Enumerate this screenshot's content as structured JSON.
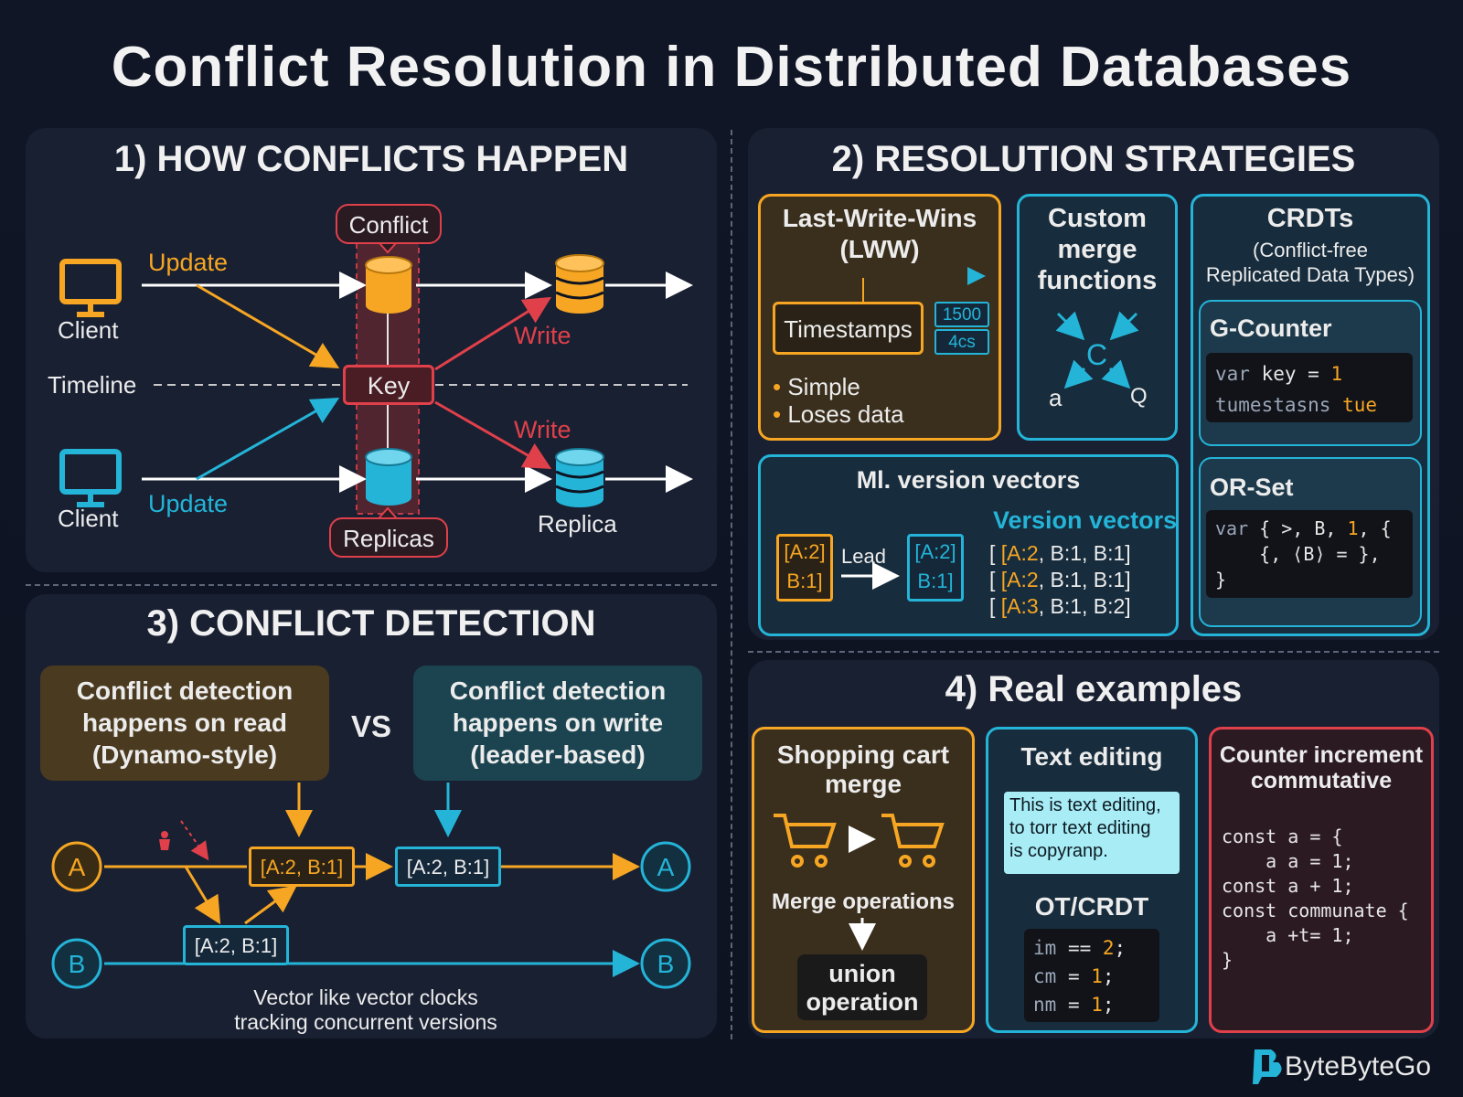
{
  "title": "Conflict Resolution in Distributed Databases",
  "section1": {
    "heading": "1) HOW CONFLICTS HAPPEN",
    "conflict_label": "Conflict",
    "client_top": "Client",
    "client_bottom": "Client",
    "update_top": "Update",
    "update_bottom": "Update",
    "timeline": "Timeline",
    "key": "Key",
    "write_top": "Write",
    "write_bottom": "Write",
    "replicas": "Replicas",
    "replica": "Replica"
  },
  "section2": {
    "heading": "2) RESOLUTION STRATEGIES",
    "lww": {
      "title_line1": "Last-Write-Wins",
      "title_line2": "(LWW)",
      "timestamps": "Timestamps",
      "ts1": "1500",
      "ts2": "4cs",
      "bullet1": "Simple",
      "bullet2": "Loses data"
    },
    "custom": {
      "line1": "Custom",
      "line2": "merge",
      "line3": "functions",
      "c": "C",
      "a": "a",
      "q": "Q"
    },
    "crdts": {
      "title": "CRDTs",
      "sub1": "(Conflict-free",
      "sub2": "Replicated Data Types)",
      "gcounter": "G-Counter",
      "g_code1_kw": "var",
      "g_code1_rest": " key = ",
      "g_code1_num": "1",
      "g_code2_a": "tumestasns",
      "g_code2_b": "tue",
      "orset": "OR-Set",
      "o_code1_kw": "var",
      "o_code1_rest": " { >, B, ",
      "o_code1_num": "1",
      "o_code1_end": ", {",
      "o_code2": "    {, ⟨B⟩ = },",
      "o_code3": "}"
    },
    "vv": {
      "title": "Ml. version vectors",
      "left_box_l1": "[A:2]",
      "left_box_l2": "B:1]",
      "lead": "Lead",
      "right_box_l1": "[A:2]",
      "right_box_l2": "B:1]",
      "subtitle": "Version vectors",
      "rows": [
        {
          "open": "[ ",
          "a": "[A:2",
          "rest": ", B:1, B:1]"
        },
        {
          "open": "[ ",
          "a": "[A:2",
          "rest": ", B:1, B:1]"
        },
        {
          "open": "[ ",
          "a": "[A:3",
          "rest": ", B:1, B:2]"
        }
      ]
    }
  },
  "section3": {
    "heading": "3) CONFLICT DETECTION",
    "read_l1": "Conflict detection",
    "read_l2": "happens on read",
    "read_l3": "(Dynamo-style)",
    "vs": "VS",
    "write_l1": "Conflict detection",
    "write_l2": "happens on write",
    "write_l3": "(leader-based)",
    "node_a": "A",
    "node_b": "B",
    "vec1": "[A:2, B:1]",
    "vec2": "[A:2, B:1]",
    "vec3": "[A:2, B:1]",
    "caption1": "Vector like vector clocks",
    "caption2": "tracking concurrent versions"
  },
  "section4": {
    "heading": "4) Real examples",
    "cart_l1": "Shopping cart",
    "cart_l2": "merge",
    "merge_ops": "Merge operations",
    "union_l1": "union",
    "union_l2": "operation",
    "text_title": "Text editing",
    "note_l1": "This is text editing,",
    "note_l2": "to torr text editing",
    "note_l3": "is copyranp.",
    "ot": "OT/CRDT",
    "ot_code": [
      {
        "a": "im",
        "op": " == ",
        "n": "2",
        "e": ";"
      },
      {
        "a": "cm",
        "op": " = ",
        "n": "1",
        "e": ";"
      },
      {
        "a": "nm",
        "op": " = ",
        "n": "1",
        "e": ";"
      }
    ],
    "counter_l1": "Counter increment",
    "counter_l2": "commutative",
    "counter_code": [
      "const a = {",
      "    a a = 1;",
      "const a + 1;",
      "const communate {",
      "    a +t= 1;",
      "}"
    ]
  },
  "brand": "ByteByteGo",
  "colors": {
    "orange": "#f6a623",
    "teal": "#24b4d8",
    "red": "#e0404a",
    "background": "#0e1422",
    "panel": "#192032"
  }
}
